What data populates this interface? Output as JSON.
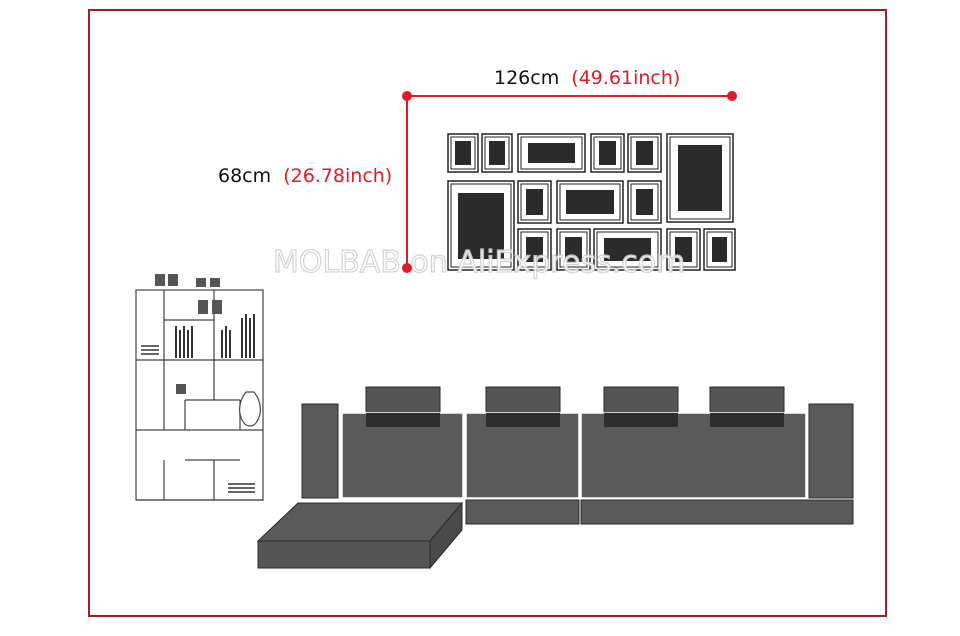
{
  "dimensions": {
    "width_metric": "126cm",
    "width_imperial": "(49.61inch)",
    "height_metric": "68cm",
    "height_imperial": "(26.78inch)"
  },
  "watermark": "MOLBAB on AliExpress.com",
  "colors": {
    "border": "#a31d24",
    "accent_red": "#e01b24",
    "sofa": "#5a5a5a",
    "frame_inner": "#2b2b2b"
  }
}
